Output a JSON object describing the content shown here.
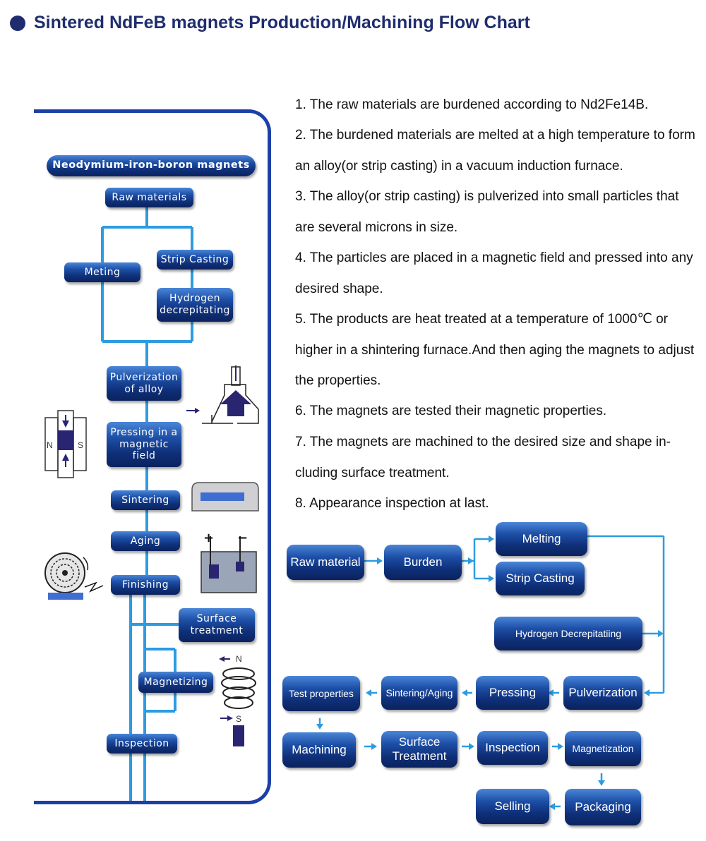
{
  "title": "Sintered NdFeB magnets Production/Machining Flow Chart",
  "left_flow": {
    "header": "Neodymium-iron-boron magnets",
    "raw": "Raw materials",
    "meting": "Meting",
    "strip": "Strip Casting",
    "hydrogen": "Hydrogen decrepitating",
    "pulverization": "Pulverization of alloy",
    "pressing": "Pressing in a magnetic field",
    "sintering": "Sintering",
    "aging": "Aging",
    "finishing": "Finishing",
    "surface": "Surface treatment",
    "magnetizing": "Magnetizing",
    "inspection": "Inspection",
    "label_n": "N",
    "label_s": "S",
    "label_n2": "N",
    "label_s2": "S"
  },
  "steps": [
    "1.  The raw materials are burdened according to Nd2Fe14B.",
    "2.  The burdened materials are melted at a high temperature to form an alloy(or strip casting) in a vacuum induction furnace.",
    "3.  The alloy(or strip casting) is pulverized into small particles that are several microns in size.",
    "4.  The particles are placed in a magnetic field and pressed into any desired shape.",
    "5.  The products are heat treated at a temperature of 1000℃ or higher in a shintering furnace.And then aging the magnets to adjust the properties.",
    "6.  The magnets are tested their magnetic properties.",
    "7.  The magnets are machined to the desired size and shape in-cluding surface treatment.",
    "8.  Appearance inspection at last."
  ],
  "right_flow": {
    "raw": "Raw material",
    "burden": "Burden",
    "melting": "Melting",
    "strip": "Strip Casting",
    "hydrogen": "Hydrogen Decrepitatiing",
    "pulverization": "Pulverization",
    "pressing": "Pressing",
    "sintering_aging": "Sintering/Aging",
    "test": "Test properties",
    "machining": "Machining",
    "surface": "Surface Treatment",
    "inspection": "Inspection",
    "magnetization": "Magnetization",
    "packaging": "Packaging",
    "selling": "Selling"
  },
  "colors": {
    "title": "#1f2d6e",
    "box": "#0f2f78",
    "line": "#2d9be0",
    "panel": "#1c3fa8"
  }
}
